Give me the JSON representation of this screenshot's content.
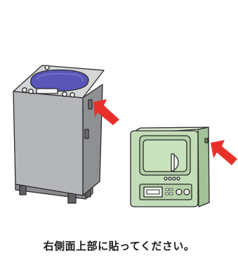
{
  "instruction": {
    "caption": "右側面上部に貼ってください。"
  },
  "colors": {
    "washer_body": "#a9abae",
    "washer_lid": "#5a56b8",
    "dryer_body": "#c3ddb8",
    "arrow": "#e8302a",
    "outline": "#2b2b2b"
  },
  "icons": {
    "washer": "washing-machine-illustration",
    "dryer": "clothes-dryer-illustration",
    "arrow": "red-pointer-arrow"
  }
}
